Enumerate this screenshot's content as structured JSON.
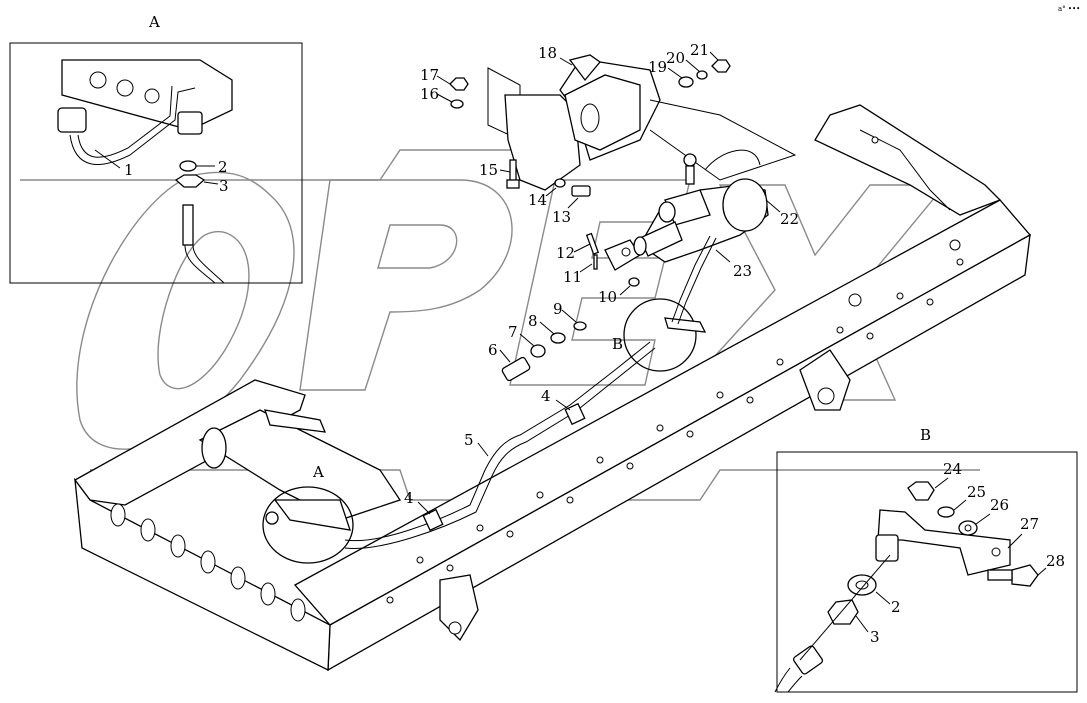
{
  "corner_mark": "a° •••",
  "watermark_text": "OPEX",
  "inset_a": {
    "title": "A"
  },
  "inset_b": {
    "title": "B"
  },
  "view_markers": {
    "a": "A",
    "b": "B"
  },
  "callouts": {
    "p1": "1",
    "p2": "2",
    "p3": "3",
    "p4a": "4",
    "p4b": "4",
    "p5": "5",
    "p6": "6",
    "p7": "7",
    "p8": "8",
    "p9": "9",
    "p10": "10",
    "p11": "11",
    "p12": "12",
    "p13": "13",
    "p14": "14",
    "p15": "15",
    "p16": "16",
    "p17": "17",
    "p18": "18",
    "p19": "19",
    "p20": "20",
    "p21": "21",
    "p22": "22",
    "p23": "23",
    "b2": "2",
    "b3": "3",
    "p24": "24",
    "p25": "25",
    "p26": "26",
    "p27": "27",
    "p28": "28"
  }
}
